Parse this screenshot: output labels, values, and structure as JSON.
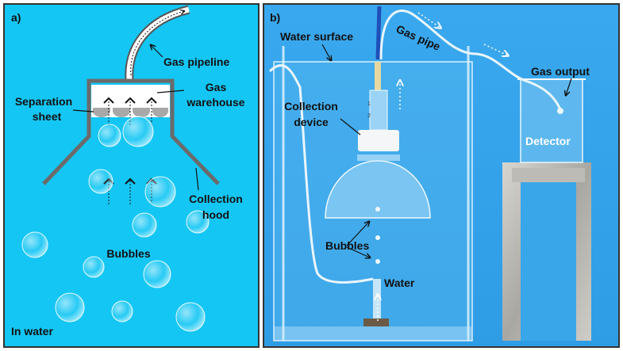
{
  "panel_a": {
    "label": "a)",
    "background": "#14c6f4",
    "gas_pipeline": "Gas pipeline",
    "gas_warehouse_1": "Gas",
    "gas_warehouse_2": "warehouse",
    "separation_sheet_1": "Separation",
    "separation_sheet_2": "sheet",
    "collection_hood_1": "Collection",
    "collection_hood_2": "hood",
    "bubbles": "Bubbles",
    "in_water": "In water"
  },
  "panel_b": {
    "label": "b)",
    "background": "#3aa6ea",
    "water_surface": "Water surface",
    "gas_pipe": "Gas pipe",
    "collection_device_1": "Collection",
    "collection_device_2": "device",
    "gas_output": "Gas output",
    "detector": "Detector",
    "bubbles": "Bubbles",
    "water": "Water",
    "scale_1": "1",
    "scale_2": "2"
  }
}
